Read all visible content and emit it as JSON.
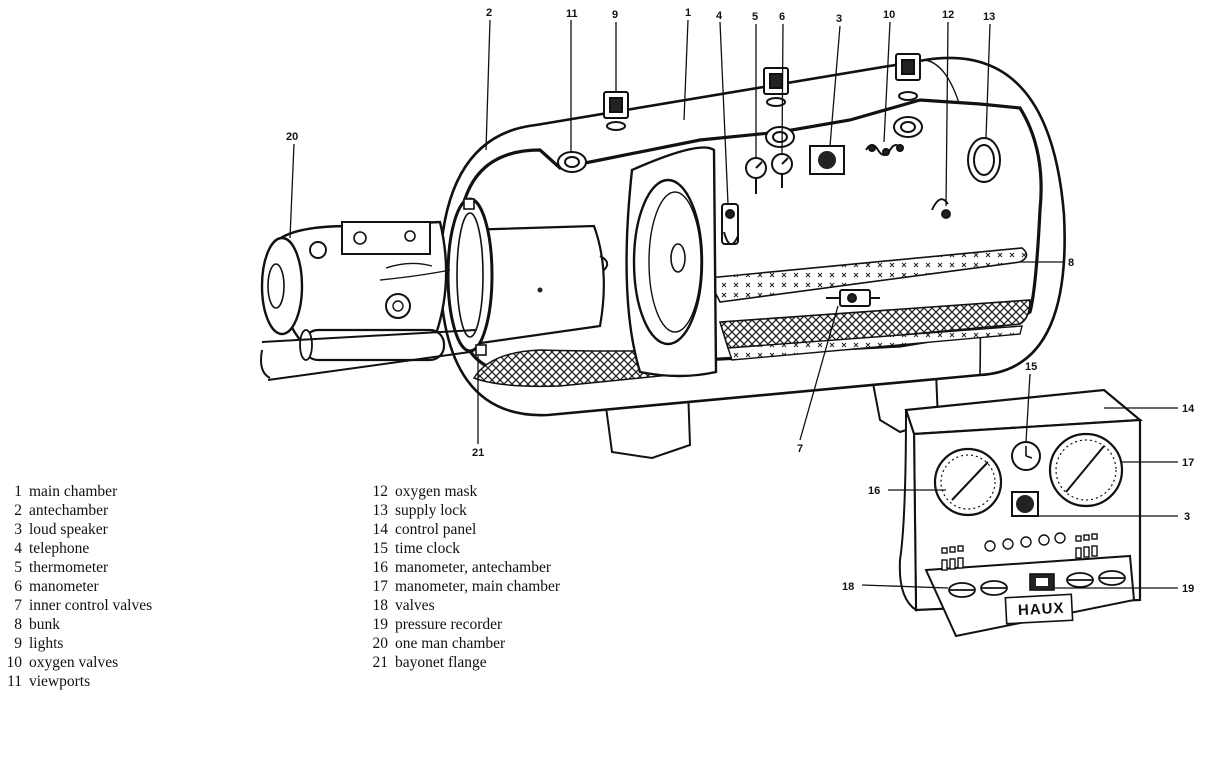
{
  "diagram": {
    "callouts": {
      "c1": "1",
      "c2": "2",
      "c3a": "3",
      "c3b": "3",
      "c4": "4",
      "c5": "5",
      "c6": "6",
      "c7": "7",
      "c8": "8",
      "c9": "9",
      "c10": "10",
      "c11": "11",
      "c12": "12",
      "c13": "13",
      "c14": "14",
      "c15": "15",
      "c16": "16",
      "c17": "17",
      "c18": "18",
      "c19": "19",
      "c20": "20",
      "c21": "21"
    },
    "panel_brand": "HAUX"
  },
  "legend": {
    "left": [
      {
        "num": "1",
        "text": "main chamber"
      },
      {
        "num": "2",
        "text": "antechamber"
      },
      {
        "num": "3",
        "text": "loud speaker"
      },
      {
        "num": "4",
        "text": "telephone"
      },
      {
        "num": "5",
        "text": "thermometer"
      },
      {
        "num": "6",
        "text": "manometer"
      },
      {
        "num": "7",
        "text": "inner control valves"
      },
      {
        "num": "8",
        "text": "bunk"
      },
      {
        "num": "9",
        "text": "lights"
      },
      {
        "num": "10",
        "text": "oxygen valves"
      },
      {
        "num": "11",
        "text": "viewports"
      }
    ],
    "right": [
      {
        "num": "12",
        "text": "oxygen mask"
      },
      {
        "num": "13",
        "text": "supply lock"
      },
      {
        "num": "14",
        "text": "control panel"
      },
      {
        "num": "15",
        "text": "time clock"
      },
      {
        "num": "16",
        "text": "manometer, antechamber"
      },
      {
        "num": "17",
        "text": "manometer, main chamber"
      },
      {
        "num": "18",
        "text": "valves"
      },
      {
        "num": "19",
        "text": "pressure recorder"
      },
      {
        "num": "20",
        "text": "one man chamber"
      },
      {
        "num": "21",
        "text": "bayonet flange"
      }
    ]
  }
}
